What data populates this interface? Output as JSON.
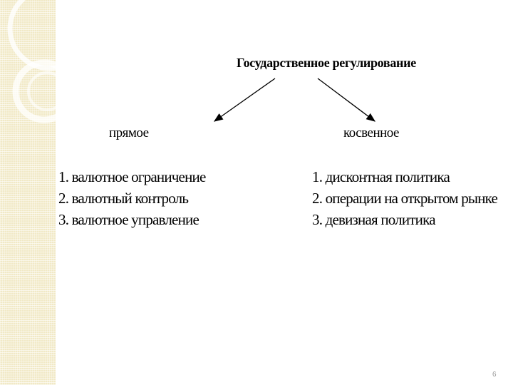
{
  "diagram": {
    "title": "Государственное регулирование",
    "branches": [
      {
        "label": "прямое",
        "items": [
          "1. валютное ограничение",
          "2. валютный контроль",
          "3. валютное управление"
        ]
      },
      {
        "label": "косвенное",
        "items": [
          "1. дисконтная политика",
          "2. операции на открытом рынке",
          "3. девизная политика"
        ]
      }
    ]
  },
  "slide": {
    "page_number": "6"
  },
  "colors": {
    "band": "#f1e9c6",
    "page_number": "#9a9a9a"
  }
}
